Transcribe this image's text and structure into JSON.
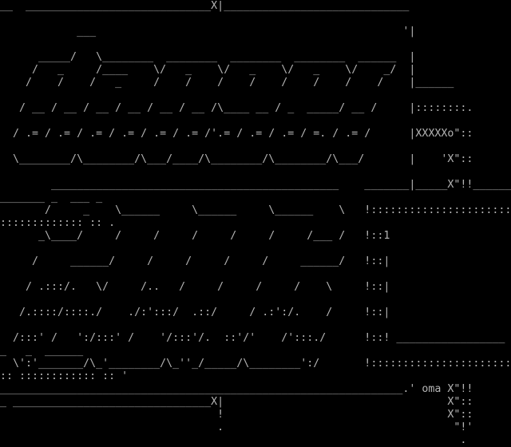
{
  "lines": [
    "__  _____________________________X|_____________________________",
    "",
    "            ___                                                '|",
    "",
    "      _____/   \\________  ________  ________  ________  ______  |",
    "     /   _     /____    \\/   _    \\/   _    \\/   _    \\/    _/  |",
    "    /    /    /   _     /    /    /    /    /    /    /    /    |______",
    "",
    "   / __ / __ / __ / __ / __ / __ /\\____ __ / _  _____/ __ /     |::::::::.",
    "",
    "  / .= / .= / .= / .= / .= / .= /'.= / .= / .= / =. / .= /      |XXXXXo\"::",
    "",
    "  \\________/\\________/\\___/____/\\________/\\________/\\___/       |    'X\"::",
    "",
    "        _____________________________________________    _______|_____X\"!!______",
    "_______ _  ___ _",
    "       /     _    \\______     \\______     \\______    \\   !::::::::::::::::::::::",
    "::::::::::::: :: .",
    "      _\\____/     /     /     /     /     /     /___ /   !::1",
    "",
    "     /     ______/     /     /     /     /     ______/   !::|",
    "",
    "    / .:::/.   \\/     /..   /     /     /     /    \\     !::|",
    "",
    "   /.::::/::::./    ./:':::/  .::/     / .:':/.    /     !::|",
    "",
    "  /:::' /   ':/:::' /    '/:::'/.  ::'/'    /':::./      !::! _________________",
    "_   _  ______",
    "  \\':'_______/\\_'________/\\_''_/_____/\\________':/       !::::::::::::::::::::::",
    ":: :::::::::::: :: '",
    "_______________________________________________________________.' oma X\"!!",
    "_ _______________________________X|                                   X\"::",
    "                                  !                                   X\"::",
    "                                  .                                    \"!'",
    "                                                                        ."
  ]
}
